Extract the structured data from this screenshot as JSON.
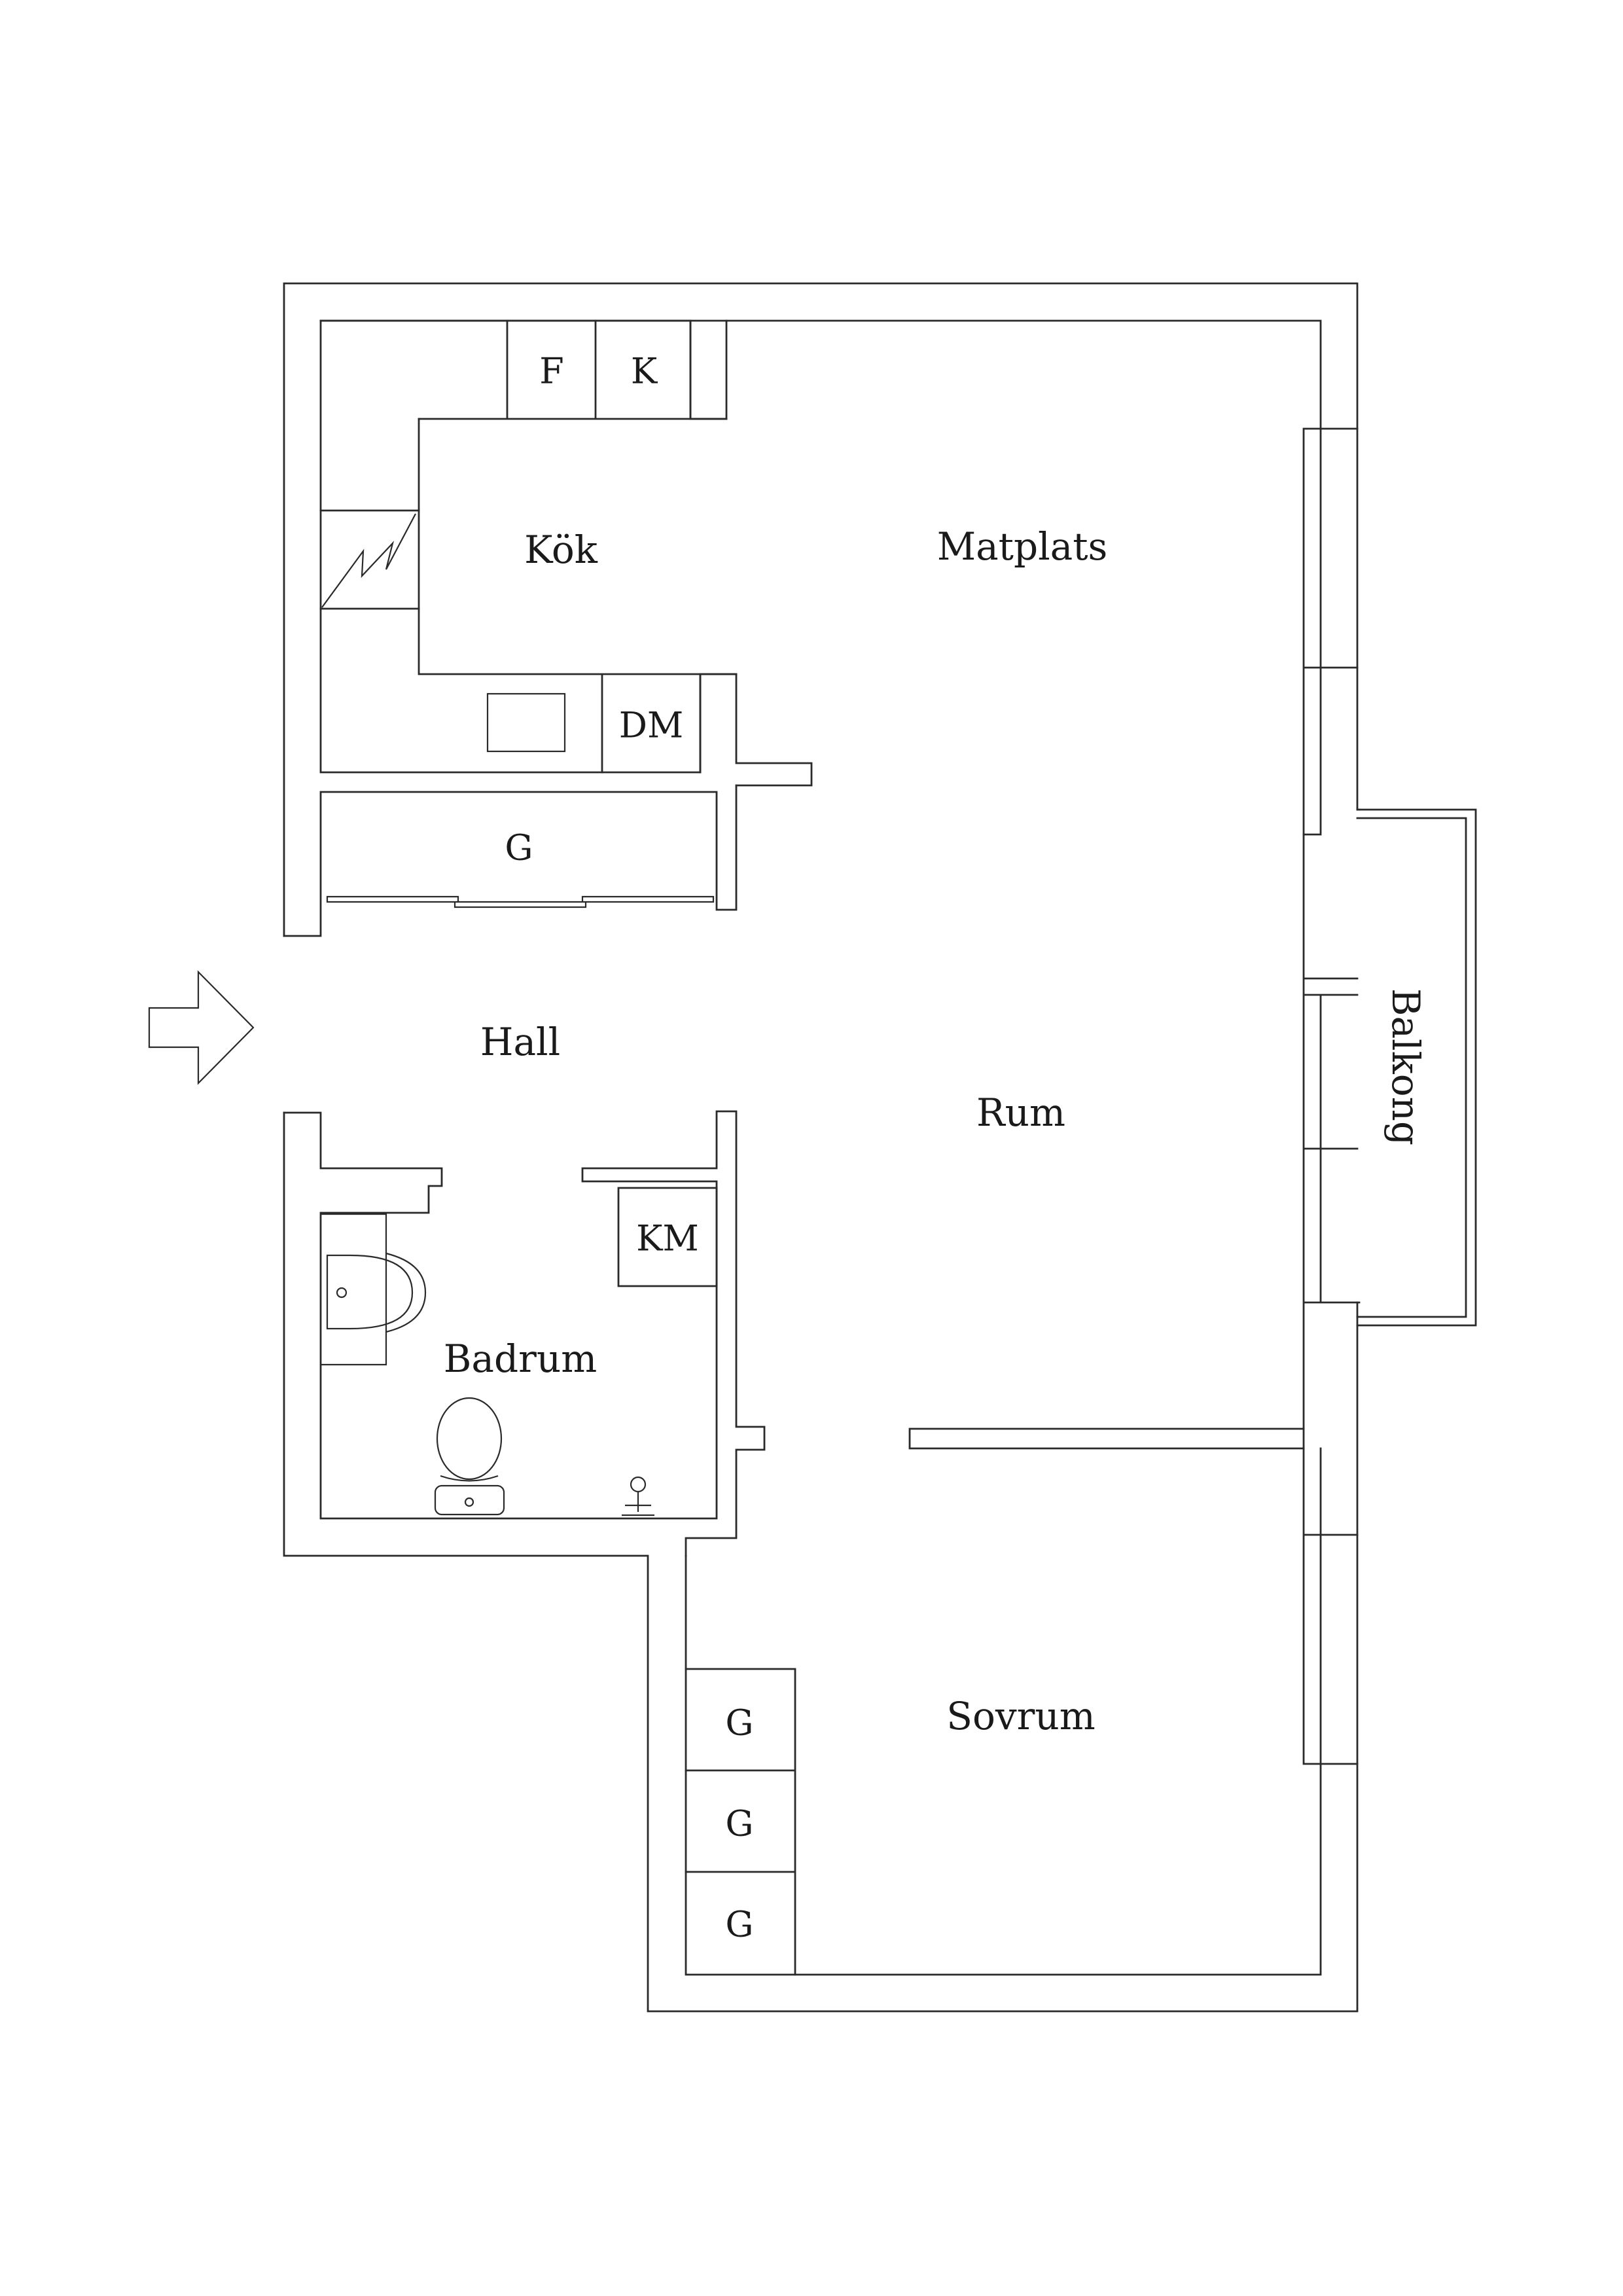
{
  "rooms": {
    "kok": "Kök",
    "matplats": "Matplats",
    "hall": "Hall",
    "rum": "Rum",
    "badrum": "Badrum",
    "sovrum": "Sovrum",
    "balkong": "Balkong"
  },
  "fixtures": {
    "freezer": "F",
    "fridge": "K",
    "dishwasher": "DM",
    "hall_wardrobe": "G",
    "washing_machine": "KM",
    "bedroom_wardrobe_1": "G",
    "bedroom_wardrobe_2": "G",
    "bedroom_wardrobe_3": "G"
  },
  "icons": {
    "entrance": "entrance-arrow-icon",
    "stove": "stove-icon",
    "sink": "kitchen-sink-icon",
    "washbasin": "washbasin-icon",
    "toilet": "toilet-icon",
    "shower": "shower-icon"
  },
  "colors": {
    "line": "#2a2a2a",
    "background": "#ffffff"
  }
}
